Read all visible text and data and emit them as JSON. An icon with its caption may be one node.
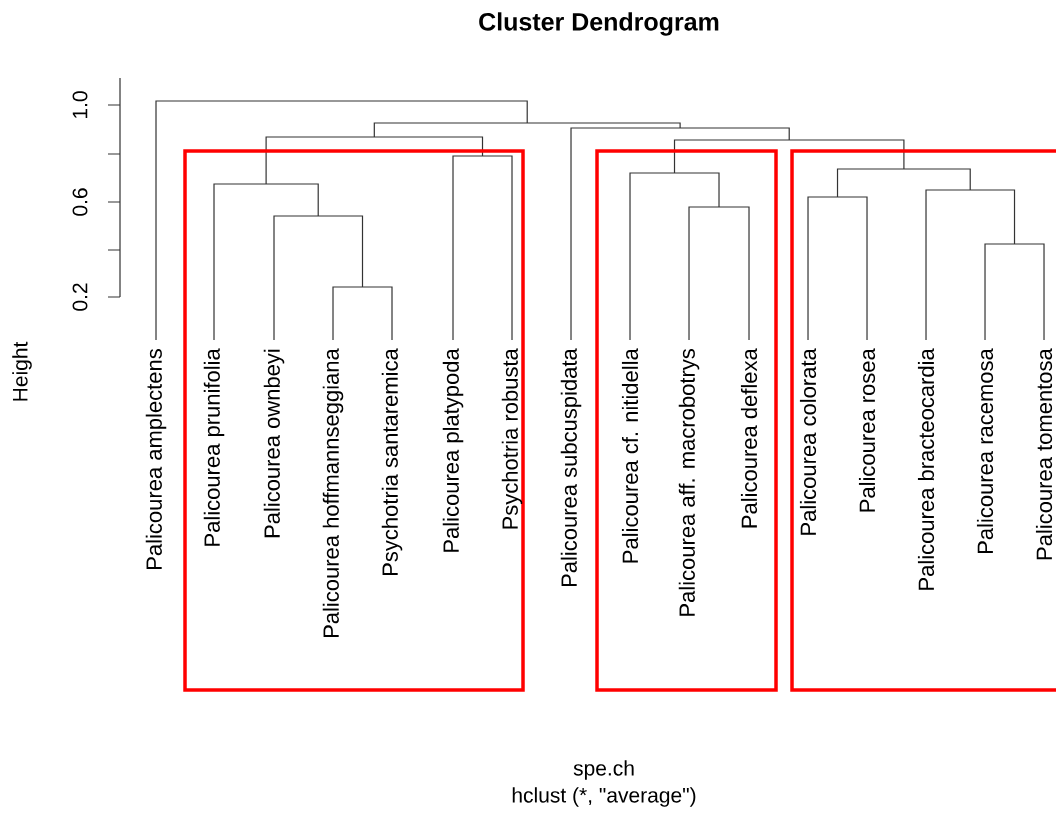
{
  "diagram": {
    "title": "Cluster Dendrogram",
    "nodes": [
      {
        "text": [
          "Palicourea amplectens"
        ]
      },
      {
        "text": [],
        "shape": "box"
      },
      {
        "text": [
          "Palicourea prunifolia"
        ],
        "in": 1
      },
      {
        "text": [
          "Palicourea ownbeyi"
        ],
        "in": 1
      },
      {
        "text": [
          "Palicourea hoffmannseggiana"
        ],
        "in": 1
      },
      {
        "text": [
          "Psychotria santaremica"
        ],
        "in": 1
      },
      {
        "text": [
          "Palicourea platypoda"
        ],
        "in": 1
      },
      {
        "text": [
          "Psychotria robusta"
        ],
        "in": 1
      },
      {
        "text": [
          "Palicourea subcuspidata"
        ]
      },
      {
        "text": [],
        "shape": "box"
      },
      {
        "text": [
          "Palicourea cf. nitidella"
        ],
        "in": 9
      },
      {
        "text": [
          "Palicourea aff. macrobotrys"
        ],
        "in": 9
      },
      {
        "text": [
          "Palicourea deflexa"
        ],
        "in": 9
      },
      {
        "text": [],
        "shape": "box"
      },
      {
        "text": [
          "Palicourea colorata"
        ],
        "in": 13
      },
      {
        "text": [
          "Palicourea rosea"
        ],
        "in": 13
      },
      {
        "text": [
          "Palicourea bracteocardia"
        ],
        "in": 13
      },
      {
        "text": [
          "Palicourea racemosa"
        ],
        "in": 13
      },
      {
        "text": [
          "Palicourea tomentosa"
        ],
        "in": 13
      }
    ],
    "labels": [
      "1.0",
      "0.6",
      "0.2",
      "Height",
      "spe.ch",
      "hclust (*, \"average\")"
    ]
  }
}
